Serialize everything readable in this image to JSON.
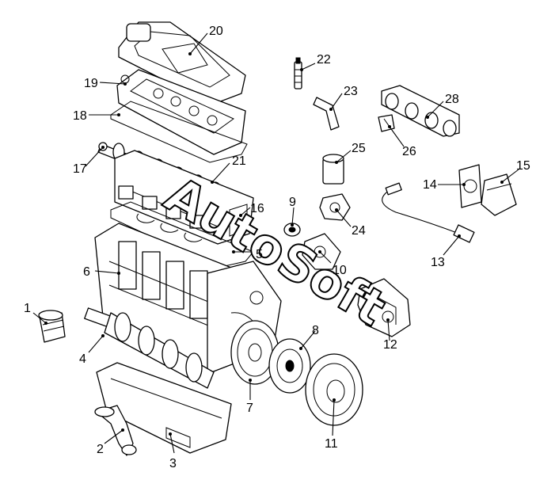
{
  "callouts": [
    {
      "id": "1"
    },
    {
      "id": "2"
    },
    {
      "id": "3"
    },
    {
      "id": "4"
    },
    {
      "id": "5"
    },
    {
      "id": "6"
    },
    {
      "id": "7"
    },
    {
      "id": "8"
    },
    {
      "id": "9"
    },
    {
      "id": "10"
    },
    {
      "id": "11"
    },
    {
      "id": "12"
    },
    {
      "id": "13"
    },
    {
      "id": "14"
    },
    {
      "id": "15"
    },
    {
      "id": "16"
    },
    {
      "id": "17"
    },
    {
      "id": "18"
    },
    {
      "id": "19"
    },
    {
      "id": "20"
    },
    {
      "id": "21"
    },
    {
      "id": "22"
    },
    {
      "id": "23"
    },
    {
      "id": "24"
    },
    {
      "id": "25"
    },
    {
      "id": "26"
    },
    {
      "id": "28"
    }
  ],
  "watermark": "AutoSoft"
}
